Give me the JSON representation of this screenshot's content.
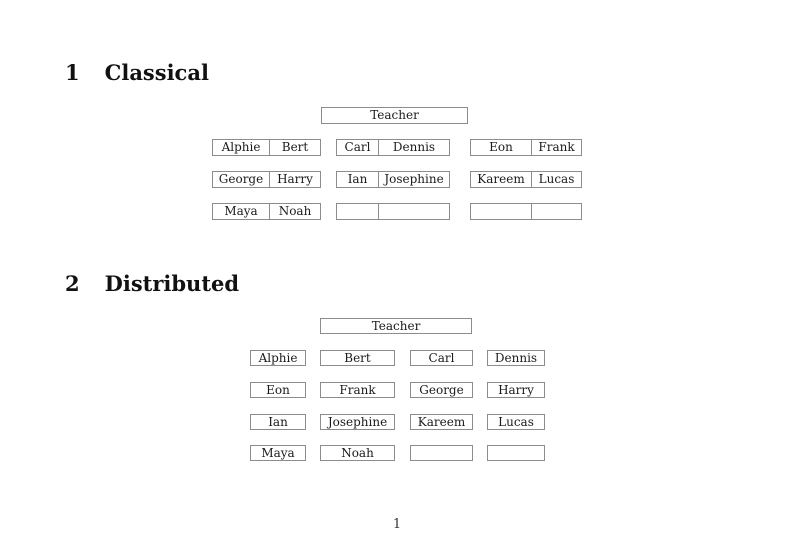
{
  "page_number": "1",
  "classical": {
    "number": "1",
    "title": "Classical",
    "teacher": "Teacher",
    "rows": [
      {
        "desks": [
          {
            "left": "Alphie",
            "right": "Bert"
          },
          {
            "left": "Carl",
            "right": "Dennis"
          },
          {
            "left": "Eon",
            "right": "Frank"
          }
        ]
      },
      {
        "desks": [
          {
            "left": "George",
            "right": "Harry"
          },
          {
            "left": "Ian",
            "right": "Josephine"
          },
          {
            "left": "Kareem",
            "right": "Lucas"
          }
        ]
      },
      {
        "desks": [
          {
            "left": "Maya",
            "right": "Noah"
          },
          {
            "left": "",
            "right": ""
          },
          {
            "left": "",
            "right": ""
          }
        ]
      }
    ]
  },
  "distributed": {
    "number": "2",
    "title": "Distributed",
    "teacher": "Teacher",
    "rows": [
      {
        "seats": [
          "Alphie",
          "Bert",
          "Carl",
          "Dennis"
        ]
      },
      {
        "seats": [
          "Eon",
          "Frank",
          "George",
          "Harry"
        ]
      },
      {
        "seats": [
          "Ian",
          "Josephine",
          "Kareem",
          "Lucas"
        ]
      },
      {
        "seats": [
          "Maya",
          "Noah",
          "",
          ""
        ]
      }
    ]
  },
  "colors": {
    "background": "#ffffff",
    "text": "#1a1a1a",
    "box_border": "#8c8c8c"
  }
}
